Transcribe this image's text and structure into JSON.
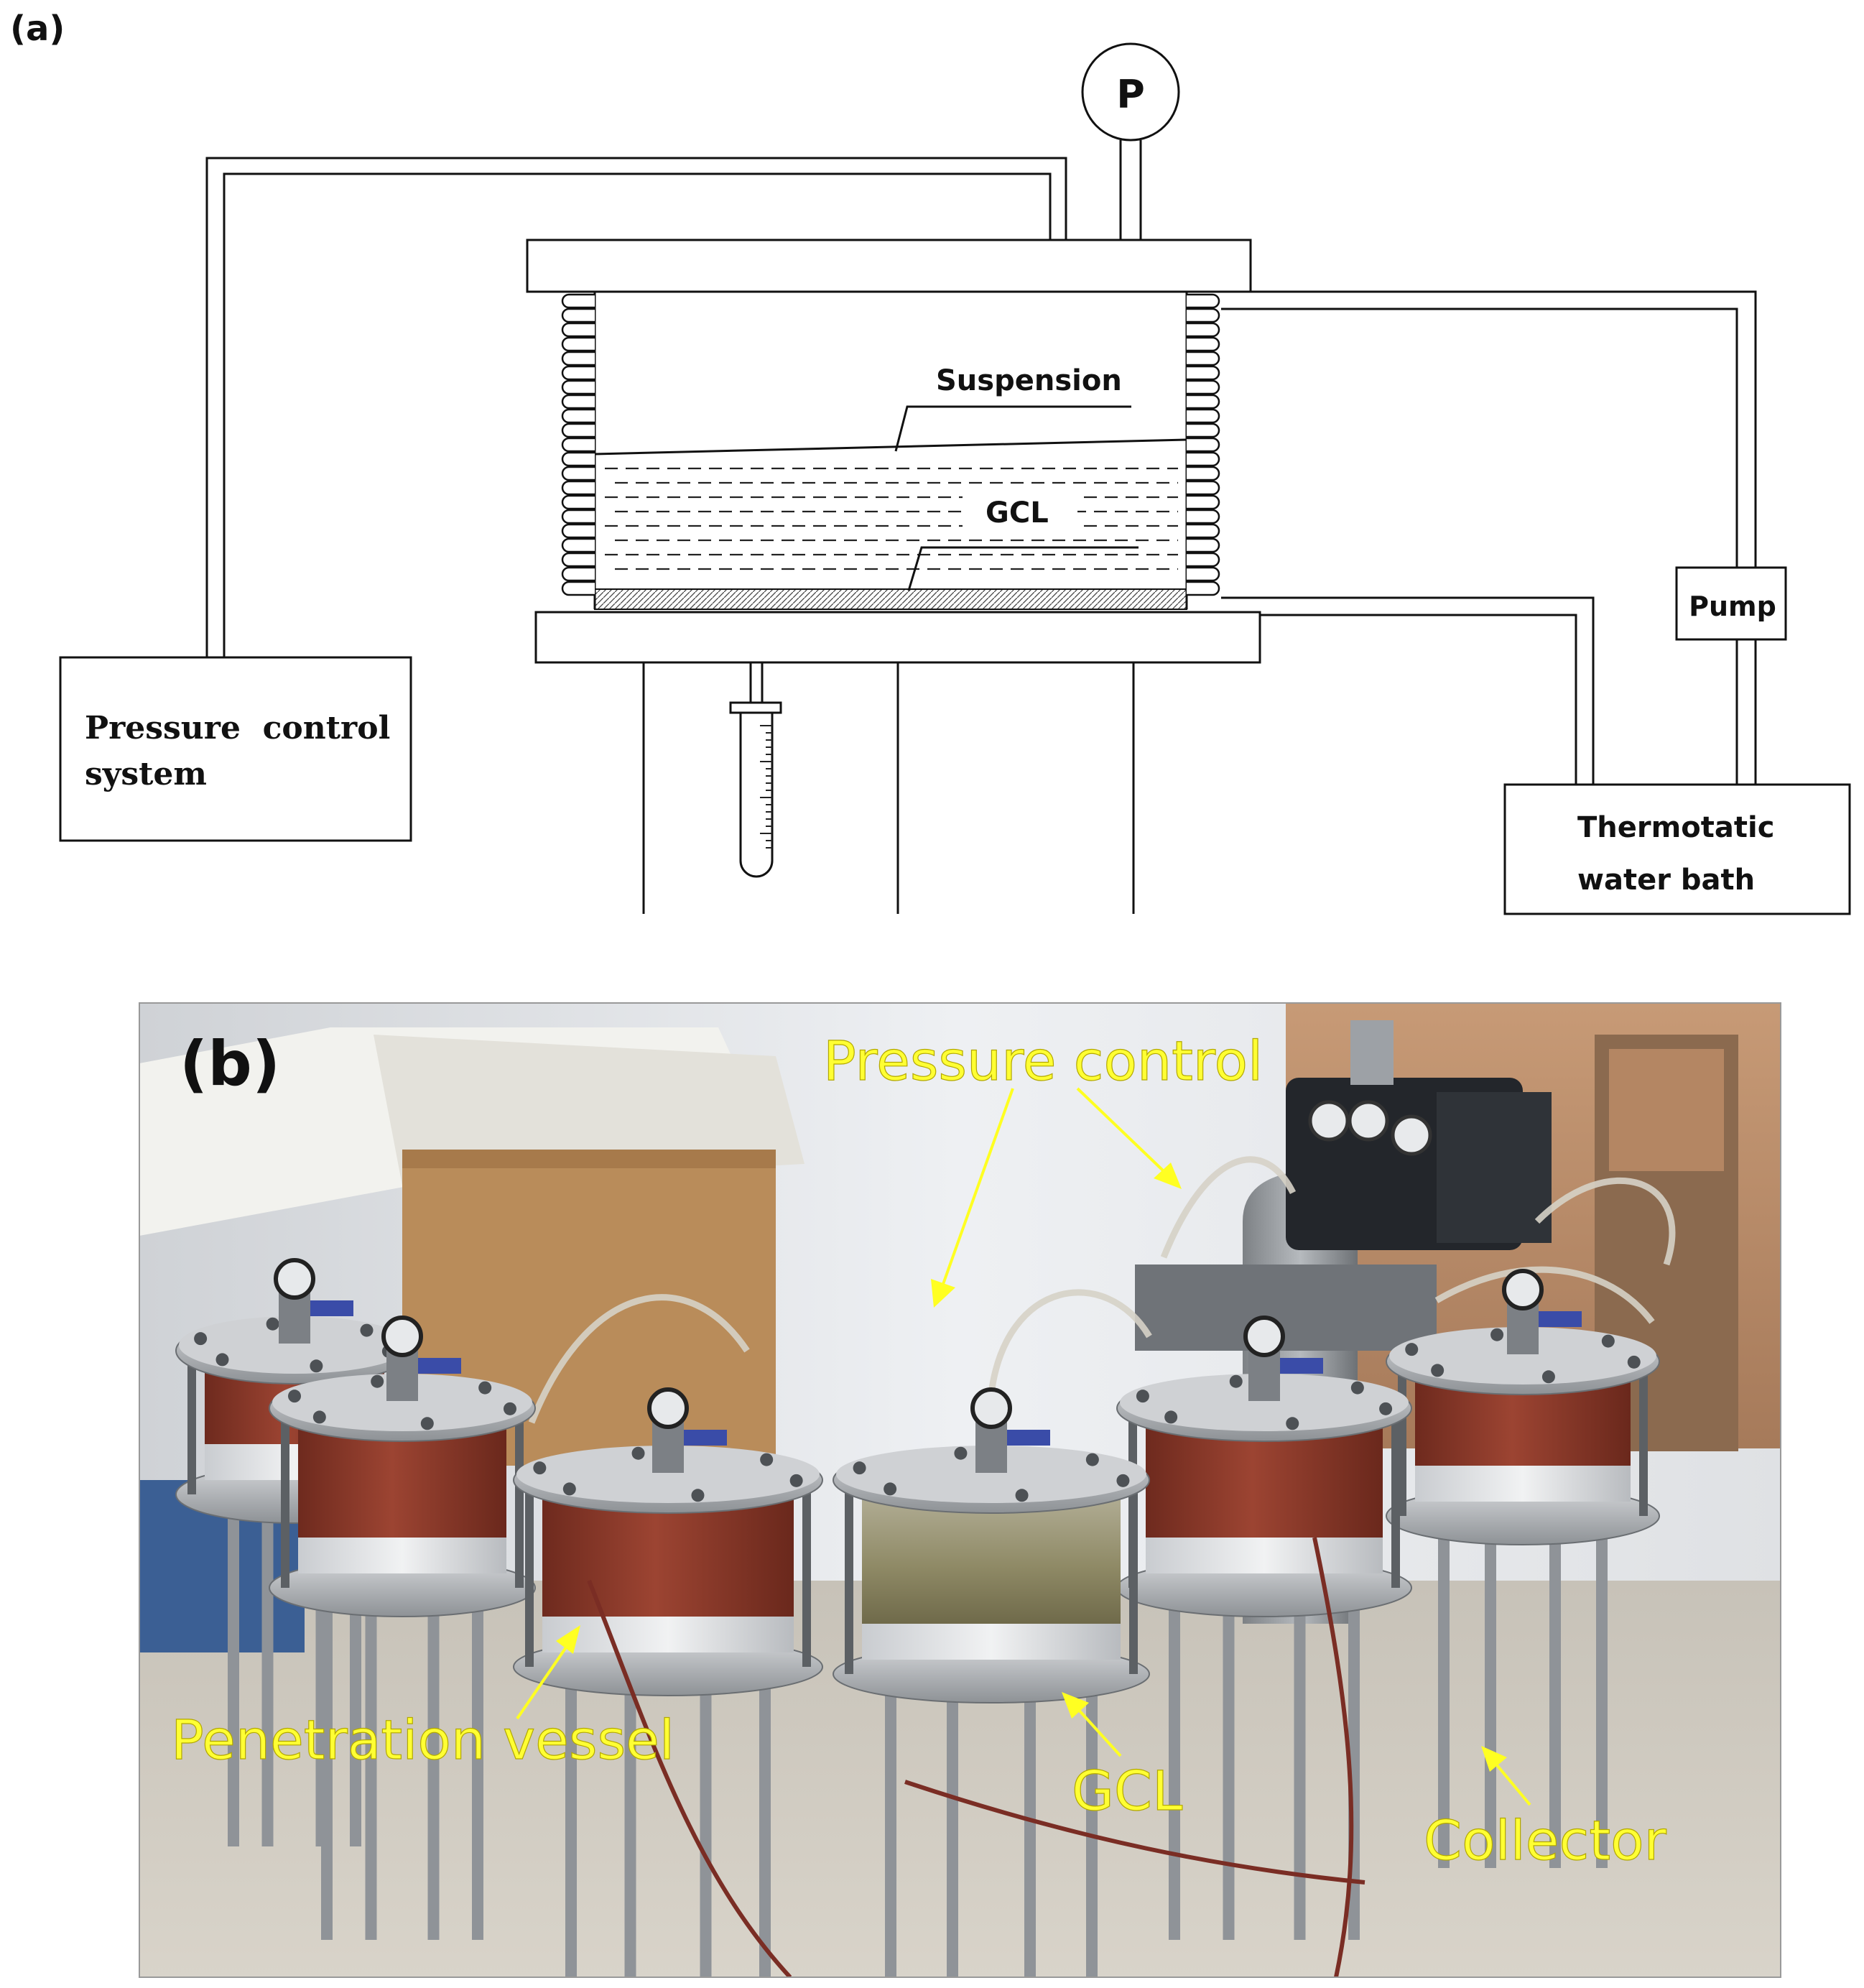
{
  "panel_a": {
    "panel_label": "(a)",
    "gauge_label": "P",
    "suspension_label": "Suspension",
    "gcl_label": "GCL",
    "pump_label": "Pump",
    "pressure_system_line1": "Pressure  control",
    "pressure_system_line2": "system",
    "water_bath_line1": "Thermotatic",
    "water_bath_line2": "water bath"
  },
  "panel_b": {
    "panel_label": "(b)",
    "annotations": {
      "pressure_control": "Pressure control",
      "penetration_vessel": "Penetration vessel",
      "gcl": "GCL",
      "collector": "Collector"
    }
  },
  "colors": {
    "annotation_yellow": "#ffff22",
    "vessel_red": "#8a3a2a",
    "steel": "#a7aaae",
    "floor": "#cfcac0",
    "wall": "#e6e8ec"
  }
}
